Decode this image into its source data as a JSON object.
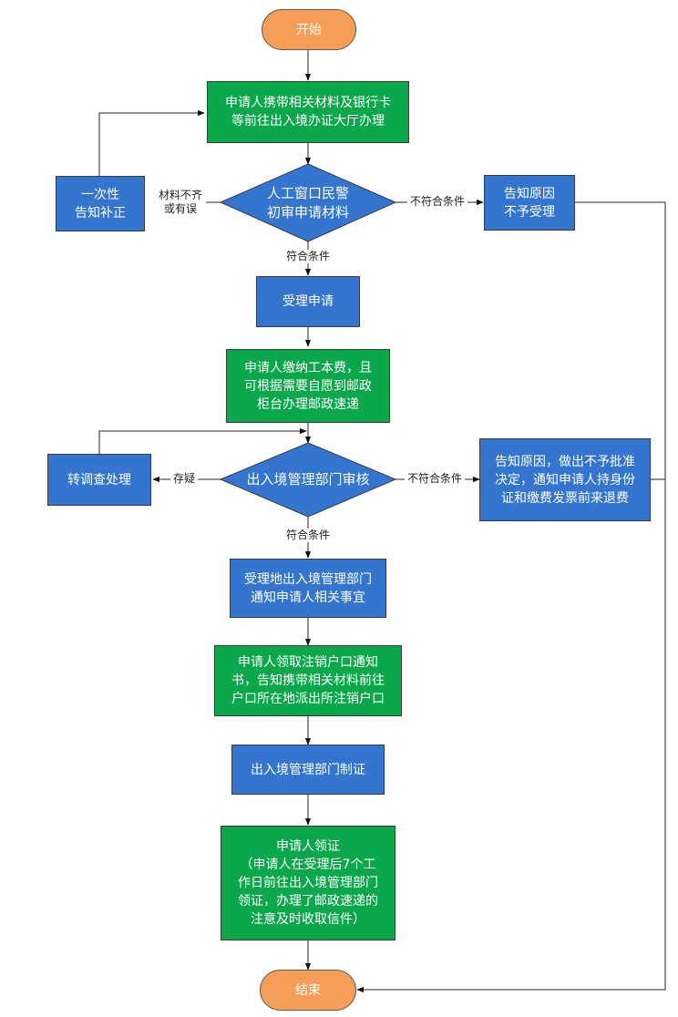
{
  "colors": {
    "terminal": "#f59e59",
    "process_green": "#0aa84a",
    "process_blue": "#3375cf",
    "decision": "#3375cf",
    "connector": "#3a3a3a"
  },
  "nodes": {
    "start": "开始",
    "step_bring_materials": "申请人携带相关材料及银行卡\n等前往出入境办证大厅办理",
    "decision_initial_review": "人工窗口民警\n初审申请材料",
    "notify_correction": "一次性\n告知补正",
    "reject_initial": "告知原因\n不予受理",
    "accept_application": "受理申请",
    "pay_fee": "申请人缴纳工本费，且\n可根据需要自愿到邮政\n柜台办理邮政速递",
    "decision_dept_review": "出入境管理部门审核",
    "transfer_investigation": "转调查处理",
    "reject_dept": "告知原因，做出不予批准\n决定，通知申请人持身份\n证和缴费发票前来退费",
    "notify_applicant": "受理地出入境管理部门\n通知申请人相关事宜",
    "collect_cancellation_notice": "申请人领取注销户口通知\n书，告知携带相关材料前往\n户口所在地派出所注销户口",
    "make_certificate": "出入境管理部门制证",
    "collect_certificate": "申请人领证\n（申请人在受理后7个工\n作日前往出入境管理部门\n领证，办理了邮政速递的\n注意及时收取信件）",
    "end": "结束"
  },
  "edge_labels": {
    "materials_incomplete": "材料不齐\n或有误",
    "not_qualified_1": "不符合条件",
    "qualified_1": "符合条件",
    "doubtful": "存疑",
    "not_qualified_2": "不符合条件",
    "qualified_2": "符合条件"
  }
}
